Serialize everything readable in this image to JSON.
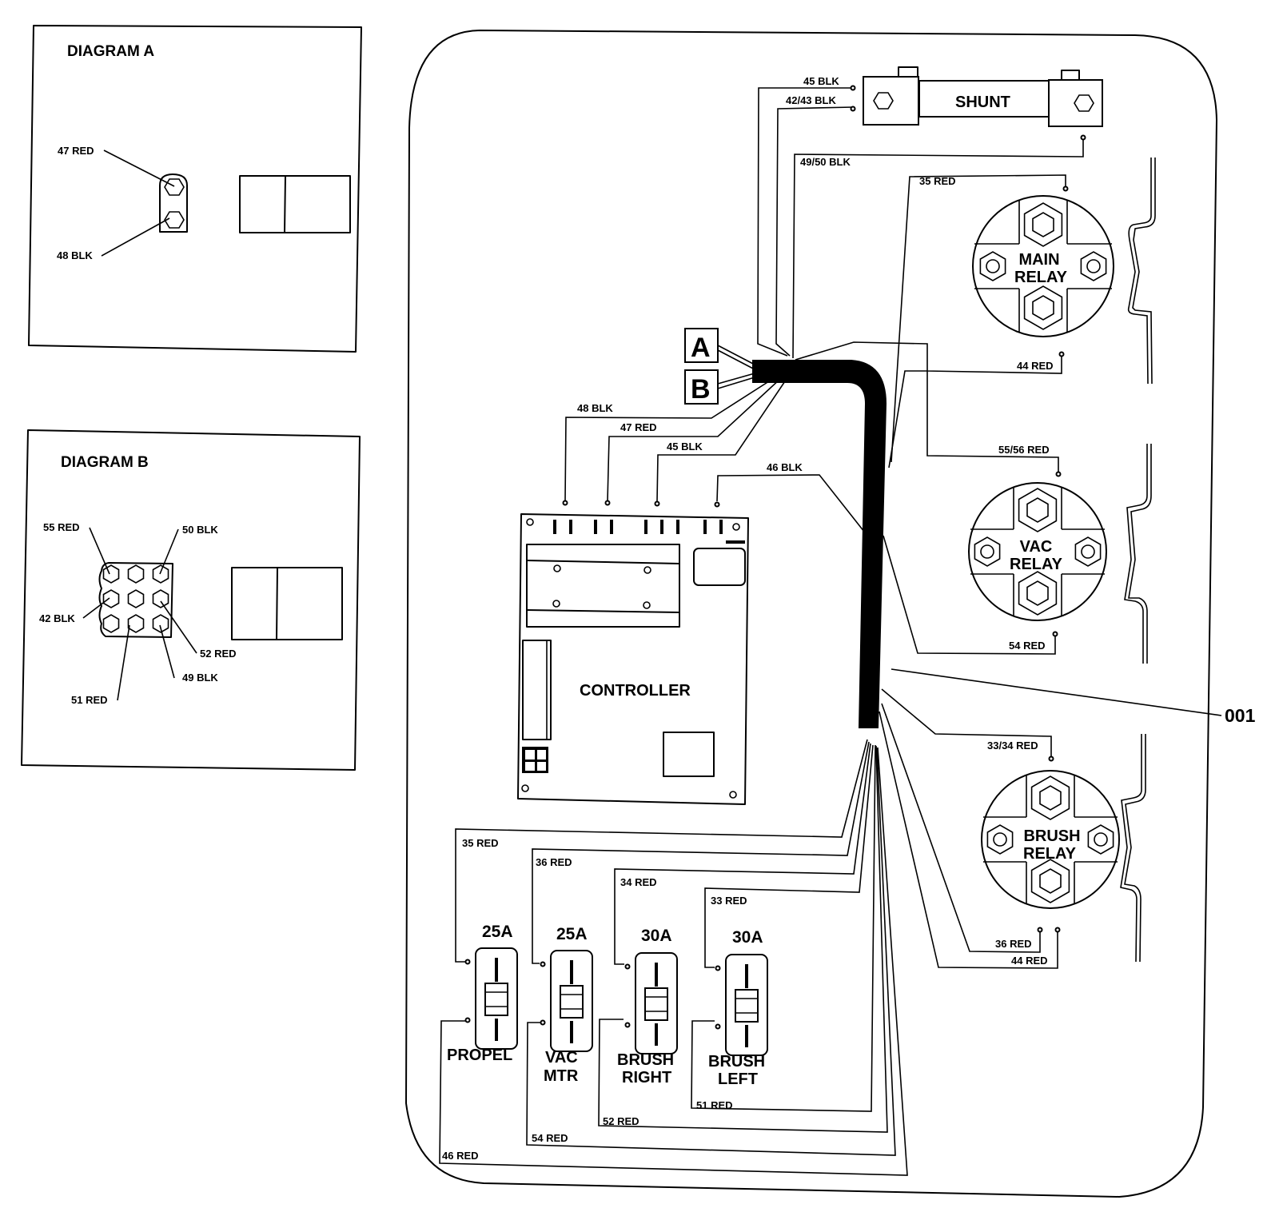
{
  "diagram_a": {
    "title": "DIAGRAM A",
    "labels": [
      "47 RED",
      "48 BLK"
    ]
  },
  "diagram_b": {
    "title": "DIAGRAM B",
    "labels": [
      "55 RED",
      "50 BLK",
      "42 BLK",
      "52 RED",
      "49 BLK",
      "51 RED"
    ]
  },
  "connectors": {
    "a": "A",
    "b": "B"
  },
  "shunt": {
    "label": "SHUNT",
    "wires": [
      "45 BLK",
      "42/43 BLK",
      "49/50 BLK"
    ]
  },
  "relays": {
    "main": {
      "line1": "MAIN",
      "line2": "RELAY",
      "wires": [
        "35 RED",
        "44 RED"
      ]
    },
    "vac": {
      "line1": "VAC",
      "line2": "RELAY",
      "wires": [
        "55/56 RED",
        "54 RED"
      ]
    },
    "brush": {
      "line1": "BRUSH",
      "line2": "RELAY",
      "wires": [
        "33/34 RED",
        "36 RED",
        "44 RED"
      ]
    }
  },
  "controller": {
    "label": "CONTROLLER",
    "wires": [
      "48 BLK",
      "47 RED",
      "45 BLK",
      "46 BLK"
    ]
  },
  "breakers": [
    {
      "rating": "25A",
      "line1": "PROPEL",
      "line2": "",
      "in_wire": "35 RED",
      "out_wire": "46 RED"
    },
    {
      "rating": "25A",
      "line1": "VAC",
      "line2": "MTR",
      "in_wire": "36 RED",
      "out_wire": "54 RED"
    },
    {
      "rating": "30A",
      "line1": "BRUSH",
      "line2": "RIGHT",
      "in_wire": "34 RED",
      "out_wire": "52 RED"
    },
    {
      "rating": "30A",
      "line1": "BRUSH",
      "line2": "LEFT",
      "in_wire": "33 RED",
      "out_wire": "51 RED"
    }
  ],
  "callout": "001"
}
